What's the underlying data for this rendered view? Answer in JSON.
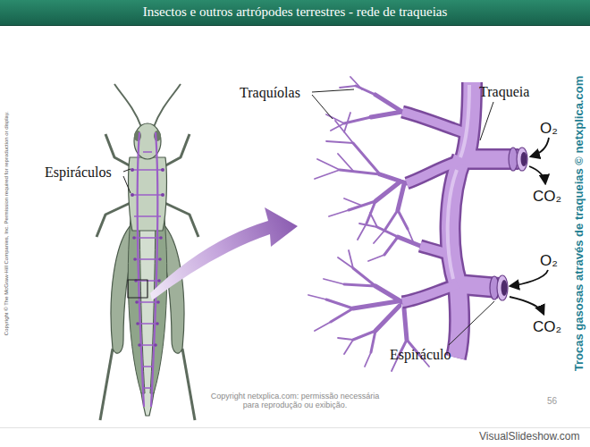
{
  "diagram": {
    "title": "Insectos e outros artrópodes terrestres - rede de traqueias",
    "labels": [
      "Espiráculos",
      "Traquíolas",
      "Traqueia",
      "O₂",
      "CO₂",
      "O₂",
      "CO₂",
      "Espiráculo",
      "Trocas gasosas através de traqueias © netxplica.com",
      "Copyright © The McGraw-Hill Companies, Inc. Permission required for reproduction or display.",
      "Copyright netxplica.com: permissão necessária para reprodução ou exibição.",
      "56",
      "VisualSlideshow.com"
    ]
  }
}
